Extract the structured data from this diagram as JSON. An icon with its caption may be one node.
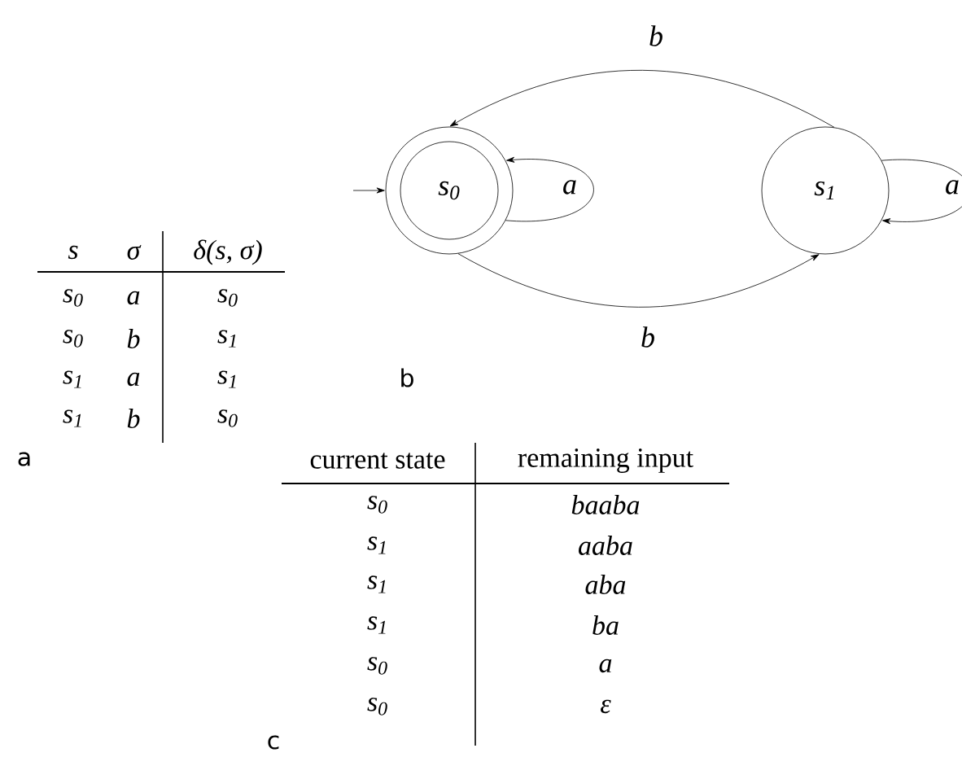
{
  "diagram": {
    "nodes": [
      {
        "text": [
          "s$_{0}$"
        ]
      },
      {
        "text": [
          "s$_{1}$"
        ]
      }
    ],
    "edges": [
      {
        "from": null,
        "to": 0,
        "arrow": "to"
      },
      {
        "from": 0,
        "to": 0,
        "arrow": "to",
        "label": "a"
      },
      {
        "from": 1,
        "to": 1,
        "arrow": "to",
        "label": "a"
      },
      {
        "from": 1,
        "to": 0,
        "arrow": "to",
        "label": "b"
      },
      {
        "from": 0,
        "to": 1,
        "arrow": "to",
        "label": "b"
      }
    ],
    "labels": [
      "s",
      "σ",
      "δ(s, σ)",
      "s$_{0}$",
      "a",
      "s$_{0}$",
      "s$_{0}$",
      "b",
      "s$_{1}$",
      "s$_{1}$",
      "a",
      "s$_{1}$",
      "s$_{1}$",
      "b",
      "s$_{0}$",
      "a",
      "b",
      "current state",
      "remaining input",
      "s$_{0}$",
      "baaba",
      "s$_{1}$",
      "aaba",
      "s$_{1}$",
      "aba",
      "s$_{1}$",
      "ba",
      "s$_{0}$",
      "a",
      "s$_{0}$",
      "ε",
      "c"
    ]
  }
}
